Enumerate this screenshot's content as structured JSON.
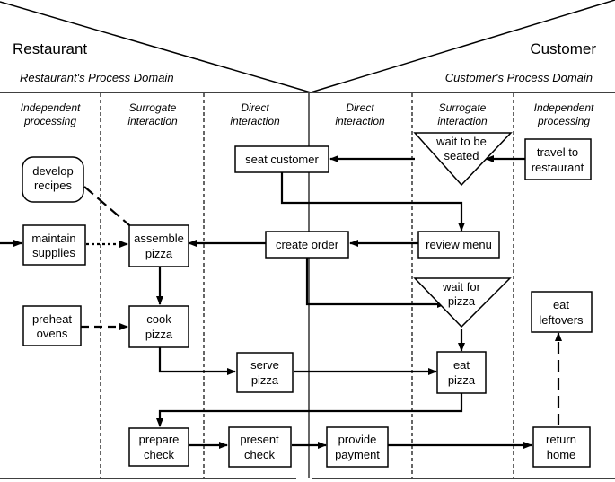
{
  "header": {
    "restaurant": "Restaurant",
    "customer": "Customer",
    "restaurant_domain": "Restaurant's Process Domain",
    "customer_domain": "Customer's Process Domain"
  },
  "lanes": {
    "r_independent": [
      "Independent",
      "processing"
    ],
    "r_surrogate": [
      "Surrogate",
      "interaction"
    ],
    "r_direct": [
      "Direct",
      "interaction"
    ],
    "c_direct": [
      "Direct",
      "interaction"
    ],
    "c_surrogate": [
      "Surrogate",
      "interaction"
    ],
    "c_independent": [
      "Independent",
      "processing"
    ]
  },
  "nodes": {
    "develop_recipes": [
      "develop",
      "recipes"
    ],
    "maintain_supplies": [
      "maintain",
      "supplies"
    ],
    "preheat_ovens": [
      "preheat",
      "ovens"
    ],
    "assemble_pizza": [
      "assemble",
      "pizza"
    ],
    "cook_pizza": [
      "cook",
      "pizza"
    ],
    "prepare_check": [
      "prepare",
      "check"
    ],
    "seat_customer": [
      "seat customer"
    ],
    "create_order": [
      "create order"
    ],
    "serve_pizza": [
      "serve",
      "pizza"
    ],
    "present_check": [
      "present",
      "check"
    ],
    "provide_payment": [
      "provide",
      "payment"
    ],
    "wait_to_be_seated": [
      "wait to be",
      "seated"
    ],
    "review_menu": [
      "review menu"
    ],
    "wait_for_pizza": [
      "wait for",
      "pizza"
    ],
    "eat_pizza": [
      "eat",
      "pizza"
    ],
    "travel_to_restaurant": [
      "travel to",
      "restaurant"
    ],
    "eat_leftovers": [
      "eat",
      "leftovers"
    ],
    "return_home": [
      "return",
      "home"
    ]
  }
}
